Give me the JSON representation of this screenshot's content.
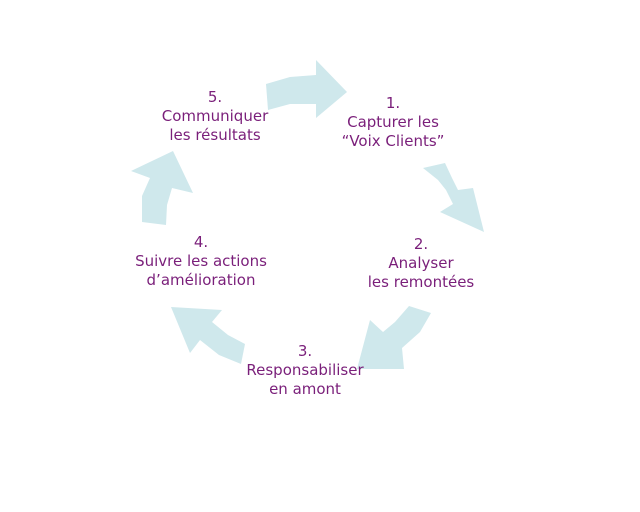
{
  "diagram": {
    "accent_color": "#7a1f7a",
    "arrow_color": "#cfe8ec",
    "steps": [
      {
        "number": "1.",
        "lines": [
          "Capturer les",
          "“Voix Clients”"
        ]
      },
      {
        "number": "2.",
        "lines": [
          "Analyser",
          "les remontées"
        ]
      },
      {
        "number": "3.",
        "lines": [
          "Responsabiliser",
          "en amont"
        ]
      },
      {
        "number": "4.",
        "lines": [
          "Suivre les actions",
          "d’amélioration"
        ]
      },
      {
        "number": "5.",
        "lines": [
          "Communiquer",
          "les résultats"
        ]
      }
    ],
    "arrows": [
      {
        "from": "5",
        "to": "1",
        "icon": "curved-arrow-icon"
      },
      {
        "from": "1",
        "to": "2",
        "icon": "curved-arrow-icon"
      },
      {
        "from": "2",
        "to": "3",
        "icon": "curved-arrow-icon"
      },
      {
        "from": "3",
        "to": "4",
        "icon": "curved-arrow-icon"
      },
      {
        "from": "4",
        "to": "5",
        "icon": "curved-arrow-icon"
      }
    ]
  }
}
